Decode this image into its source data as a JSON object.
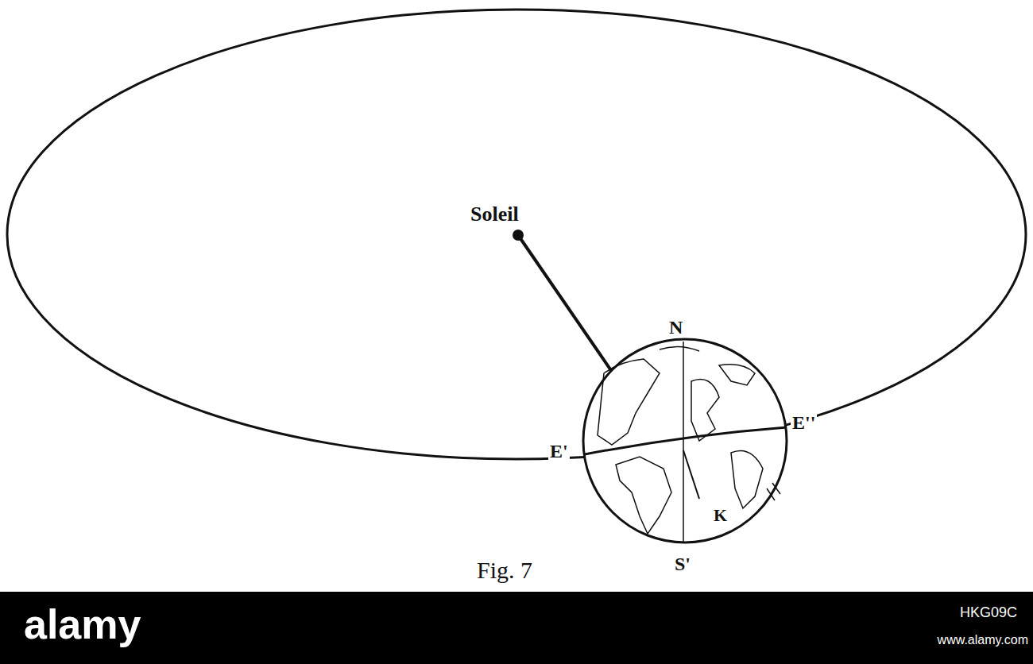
{
  "diagram": {
    "caption": "Fig. 7",
    "labels": [
      "Soleil",
      "N",
      "E'",
      "E''",
      "K",
      "S'",
      "alamy",
      "HKG09C",
      "www.alamy.com"
    ]
  }
}
